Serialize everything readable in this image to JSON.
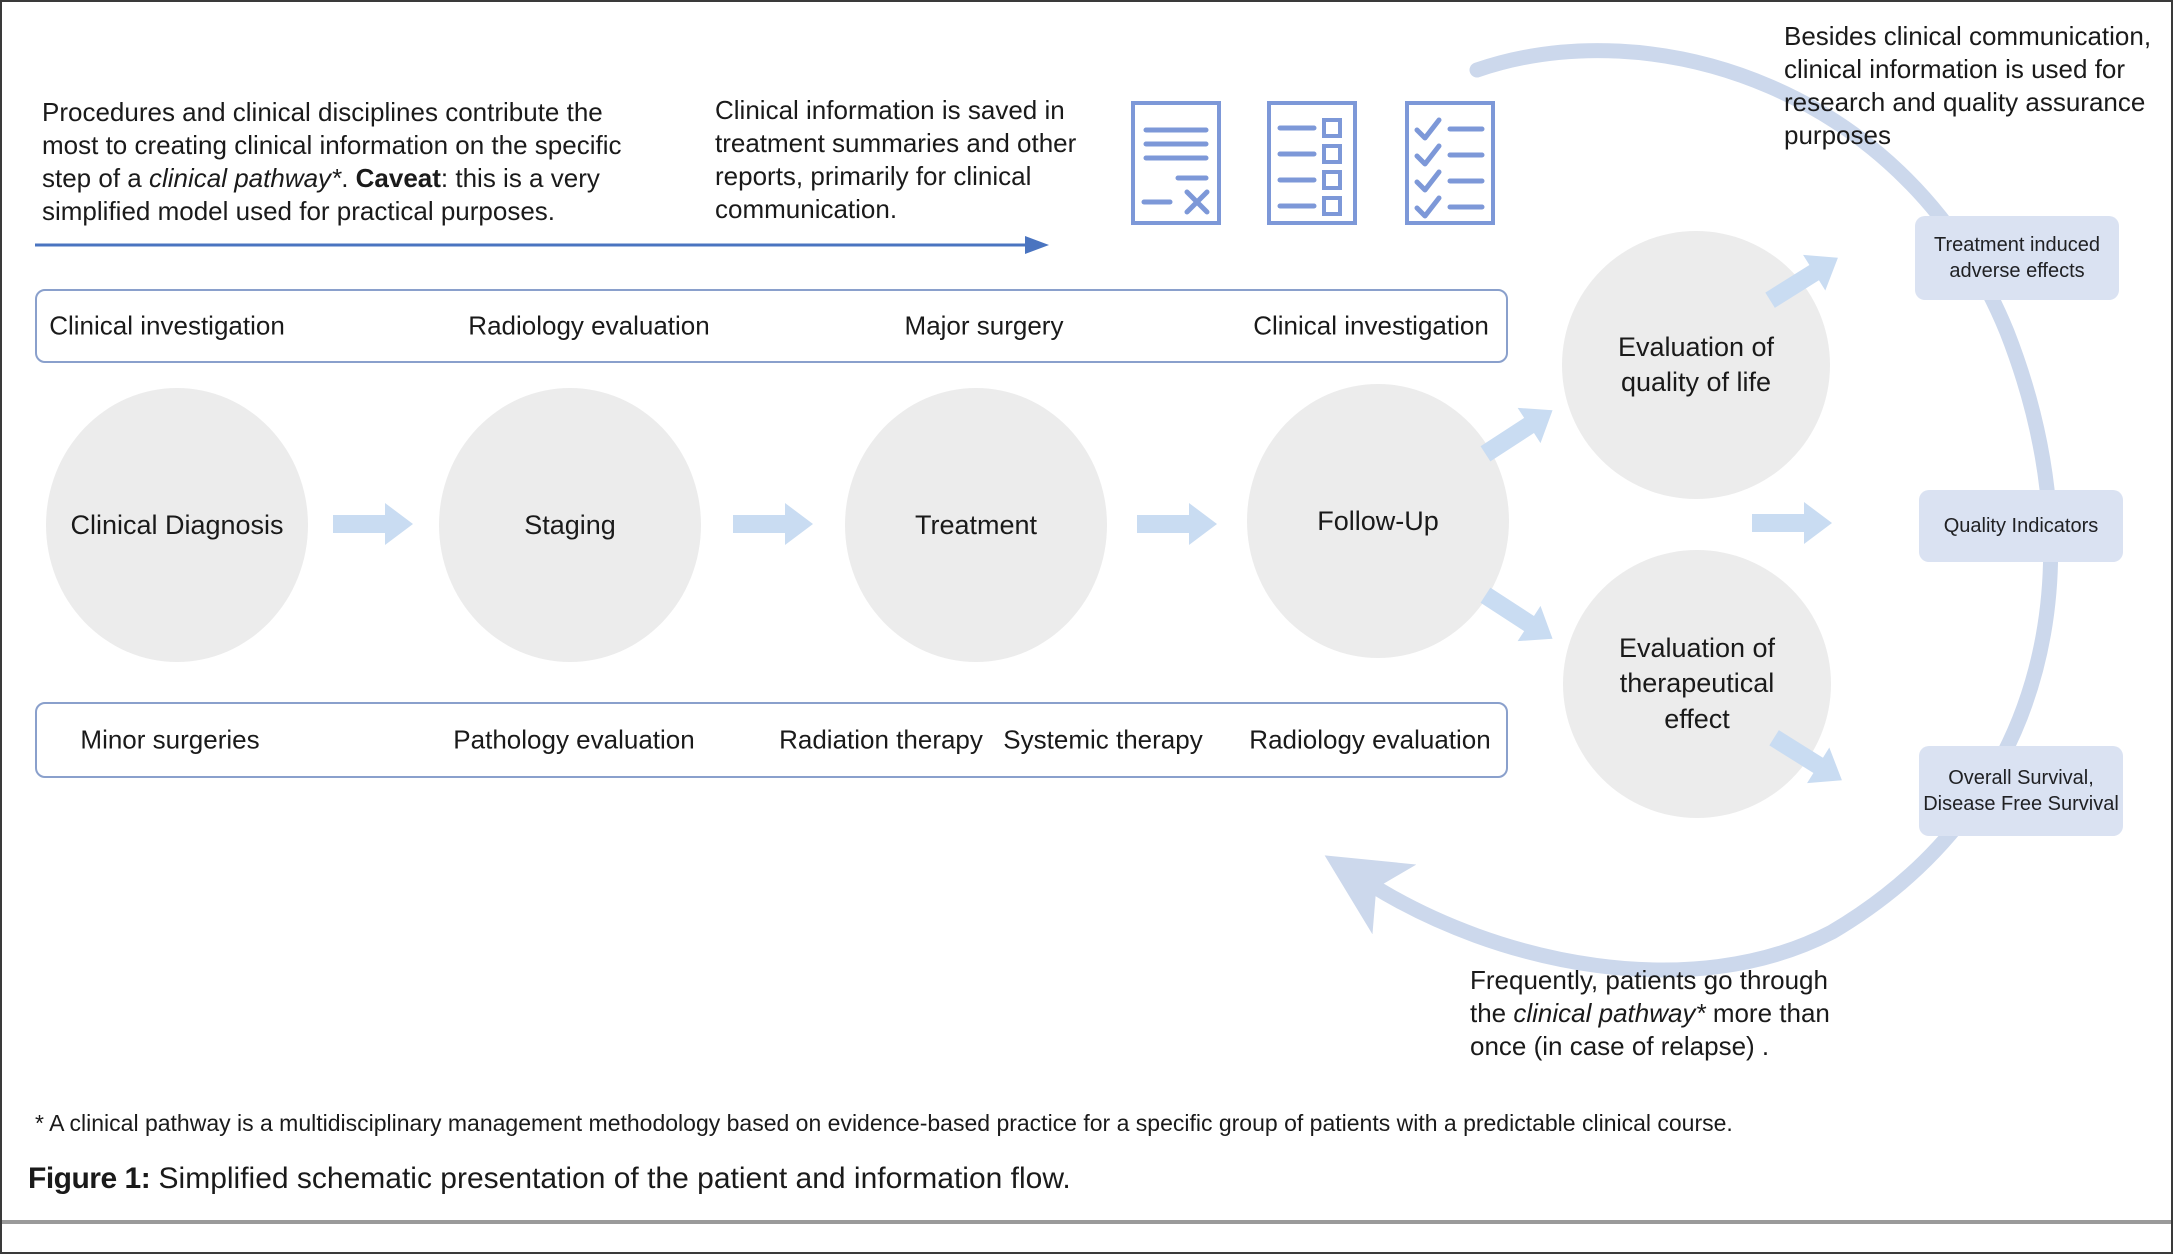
{
  "colors": {
    "text-color": "#1a1a1a",
    "arrow-fill": "#c9dcf2",
    "arc-stroke": "#ccd8ec",
    "icon-stroke": "#7d98d8",
    "row-border": "#8aa0cc",
    "circle-fill": "#ececec",
    "outcome-fill": "#dae2f2",
    "line-arrow": "#4a74c0",
    "rule-gray": "#9a9a9a"
  },
  "annotations": {
    "procedures": {
      "part1": "Procedures and clinical disciplines contribute the most to creating clinical information on the specific step of a ",
      "italic": "clinical pathway*",
      "part2": ". ",
      "bold": "Caveat",
      "part3": ": this is a very simplified model used for practical purposes."
    },
    "info_saved": "Clinical information is saved in treatment summaries and other reports, primarily for clinical communication.",
    "besides": "Besides clinical communication, clinical information is used for research and quality assurance purposes",
    "relapse": {
      "part1": "Frequently, patients go through the ",
      "italic": "clinical pathway*",
      "part2": " more than once (in case of relapse) ."
    }
  },
  "pathway": {
    "stages": [
      "Clinical Diagnosis",
      "Staging",
      "Treatment",
      "Follow-Up"
    ],
    "evaluations": [
      "Evaluation of quality of life",
      "Evaluation of therapeutical effect"
    ],
    "top_disciplines": [
      "Clinical investigation",
      "Radiology evaluation",
      "Major surgery",
      "Clinical investigation"
    ],
    "bottom_disciplines": [
      "Minor surgeries",
      "Pathology evaluation",
      "Radiation therapy",
      "Systemic therapy",
      "Radiology evaluation"
    ],
    "outcomes": [
      "Treatment induced adverse effects",
      "Quality Indicators",
      "Overall Survival, Disease Free Survival"
    ]
  },
  "icons": {
    "report": "document-report-x-icon",
    "form": "checklist-boxes-icon",
    "done": "checklist-checked-icon"
  },
  "figure": {
    "caption_label": "Figure 1:",
    "caption_text": " Simplified schematic presentation of the patient and information flow.",
    "footnote": "* A clinical pathway is a multidisciplinary management methodology based on evidence-based practice for a specific group of patients with a predictable clinical course."
  }
}
